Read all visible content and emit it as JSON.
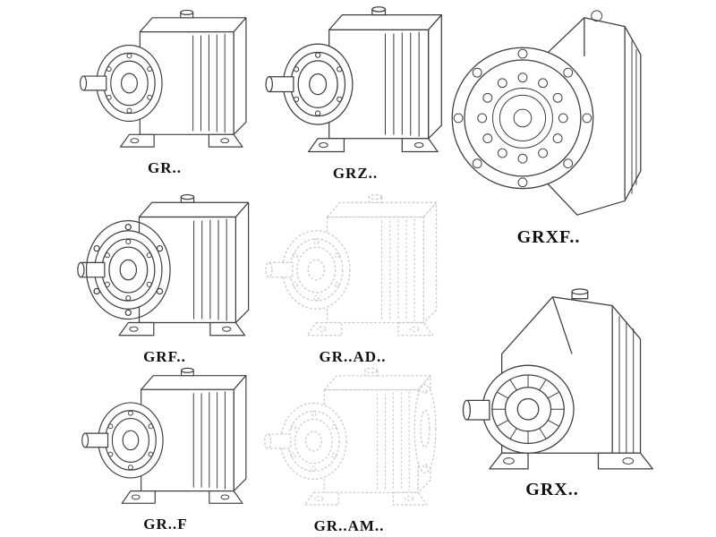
{
  "figures": [
    {
      "id": "gr",
      "label": "GR.."
    },
    {
      "id": "grz",
      "label": "GRZ.."
    },
    {
      "id": "grxf",
      "label": "GRXF.."
    },
    {
      "id": "grf",
      "label": "GRF.."
    },
    {
      "id": "gr-ad",
      "label": "GR..AD.."
    },
    {
      "id": "grx",
      "label": "GRX.."
    },
    {
      "id": "gr-f",
      "label": "GR..F"
    },
    {
      "id": "gr-am",
      "label": "GR..AM.."
    }
  ],
  "colors": {
    "background": "#ffffff",
    "line": "#3f3f3f",
    "light_line": "#c6c6c6",
    "label_text": "#101010"
  }
}
